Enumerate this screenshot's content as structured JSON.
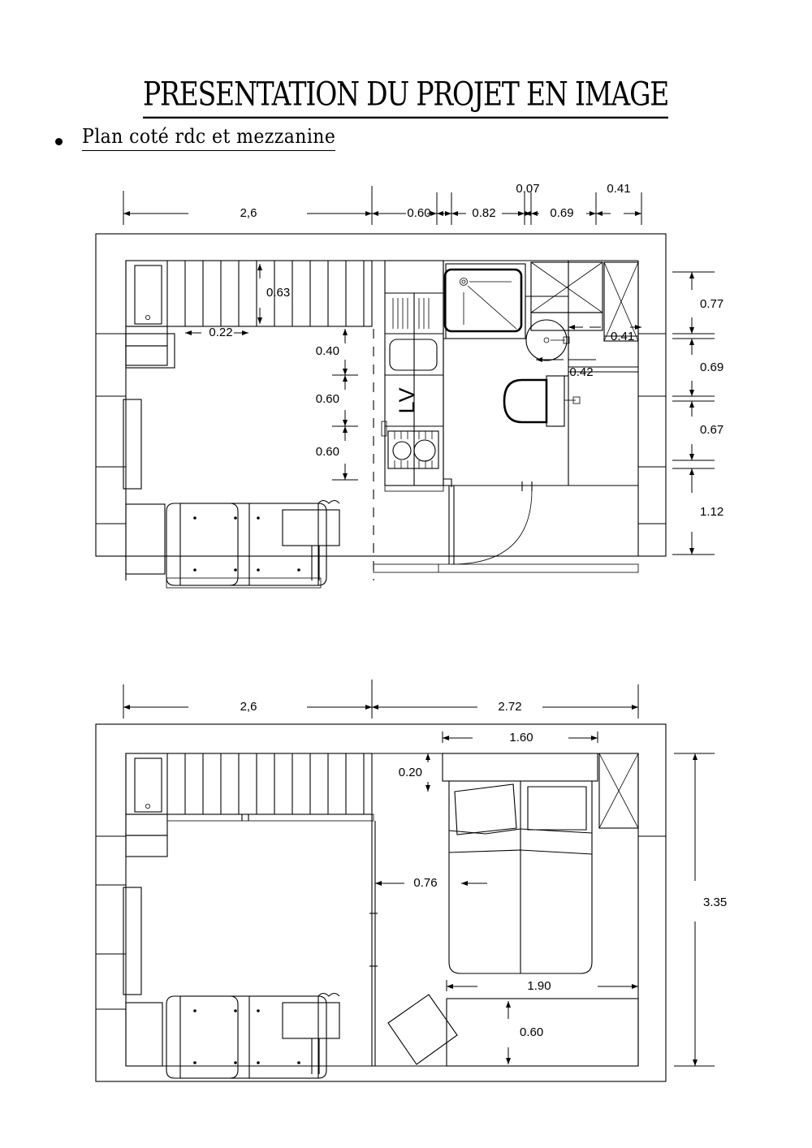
{
  "document": {
    "title": "PRESENTATION DU PROJET EN IMAGE",
    "bullet_label": "Plan coté rdc et mezzanine"
  },
  "plans": [
    {
      "id": "rdc",
      "name": "Plan coté rdc",
      "top_dimensions": [
        "2,6",
        "0.60",
        "0.82",
        "0.07",
        "0.69",
        "0.41"
      ],
      "right_dimensions": [
        "0.77",
        "0.69",
        "0.67",
        "1.12"
      ],
      "interior_dimensions": [
        "0.63",
        "0.22",
        "0.40",
        "0.60",
        "0.60",
        "0.41",
        "0.42"
      ],
      "appliance_label": "LV",
      "fixtures": [
        "staircase",
        "sofa",
        "side-table",
        "kitchen-sink",
        "dish-rack",
        "dishwasher",
        "cooktop",
        "shower",
        "washbasin",
        "toilet",
        "wardrobe",
        "door-swing",
        "window"
      ]
    },
    {
      "id": "mezzanine",
      "name": "Plan coté mezzanine",
      "top_dimensions": [
        "2,6",
        "2.72"
      ],
      "right_dimensions": [
        "3.35"
      ],
      "interior_dimensions": [
        "1.60",
        "0.20",
        "0.76",
        "1.90",
        "0.60"
      ],
      "fixtures": [
        "staircase",
        "sofa",
        "side-table",
        "double-bed",
        "pillow",
        "pillow",
        "wardrobe",
        "tilted-table",
        "low-unit",
        "window"
      ]
    }
  ],
  "dims": {
    "d_2_6": "2,6",
    "d_0_60": "0.60",
    "d_0_82": "0.82",
    "d_0_07": "0.07",
    "d_0_69": "0.69",
    "d_0_41": "0.41",
    "d_0_77": "0.77",
    "d_0_69b": "0.69",
    "d_0_67": "0.67",
    "d_1_12": "1.12",
    "d_0_63": "0.63",
    "d_0_22": "0.22",
    "d_0_40": "0.40",
    "d_0_60a": "0.60",
    "d_0_60b": "0.60",
    "d_0_41b": "0.41",
    "d_0_42": "0.42",
    "lv": "LV",
    "m_2_6": "2,6",
    "m_2_72": "2.72",
    "m_1_60": "1.60",
    "m_0_20": "0.20",
    "m_0_76": "0.76",
    "m_1_90": "1.90",
    "m_0_60": "0.60",
    "m_3_35": "3.35"
  }
}
